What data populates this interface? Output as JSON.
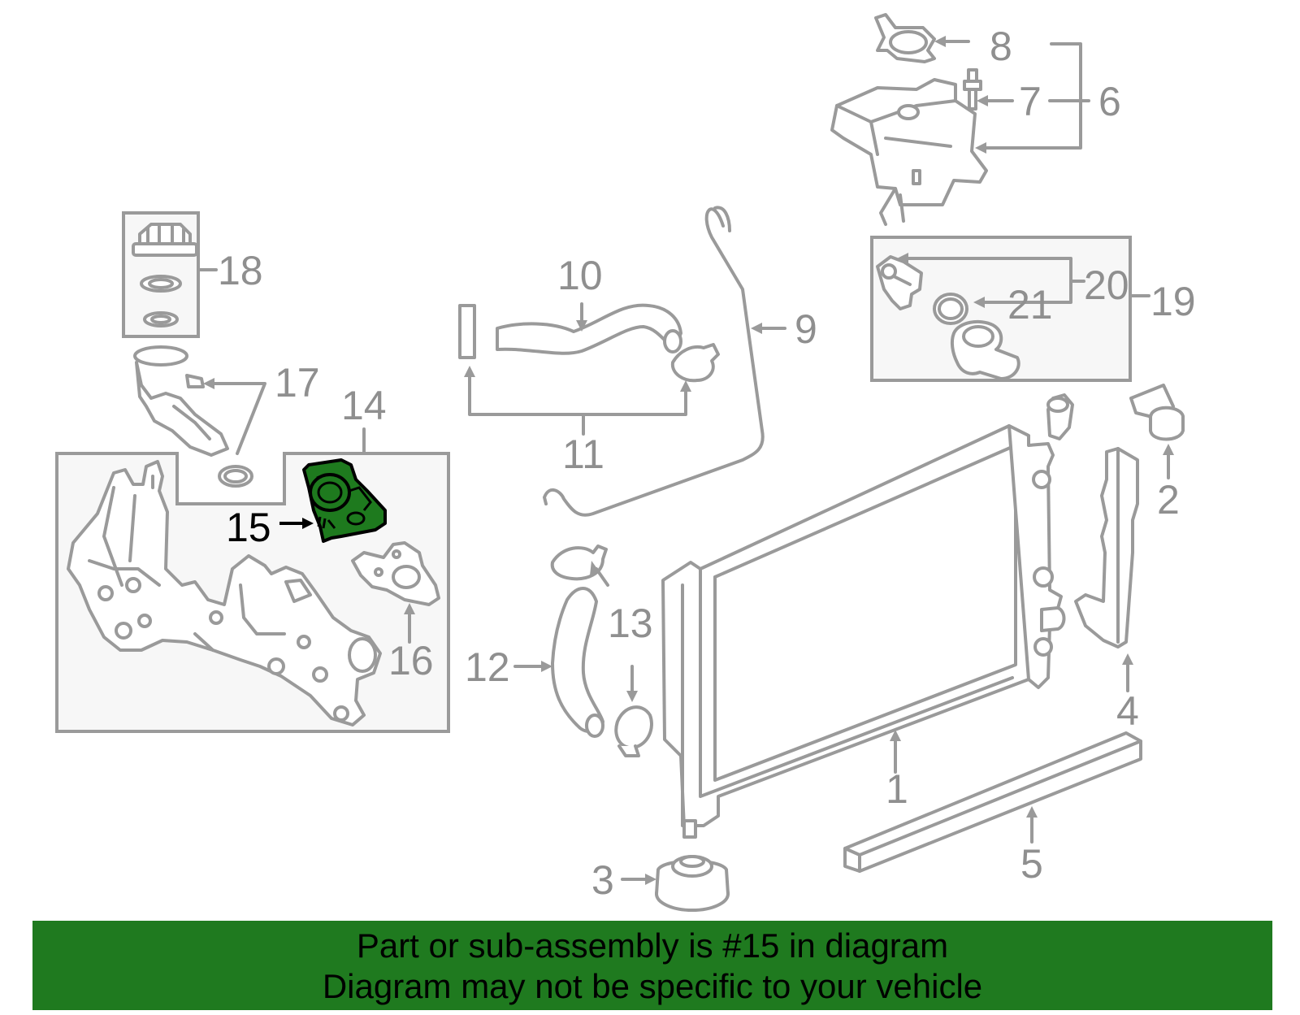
{
  "colors": {
    "highlight_fill": "#1e7a1e",
    "banner_bg": "#1f7a1f",
    "line_gray": "#9a9a9a"
  },
  "callouts": {
    "c1": "1",
    "c2": "2",
    "c3": "3",
    "c4": "4",
    "c5": "5",
    "c6": "6",
    "c7": "7",
    "c8": "8",
    "c9": "9",
    "c10": "10",
    "c11": "11",
    "c12": "12",
    "c13": "13",
    "c14": "14",
    "c15": "15",
    "c16": "16",
    "c17": "17",
    "c18": "18",
    "c19": "19",
    "c20": "20",
    "c21": "21"
  },
  "highlighted_part": "15",
  "banner": {
    "line1": "Part or sub-assembly is #15 in diagram",
    "line2": "Diagram may not be specific to your vehicle"
  }
}
